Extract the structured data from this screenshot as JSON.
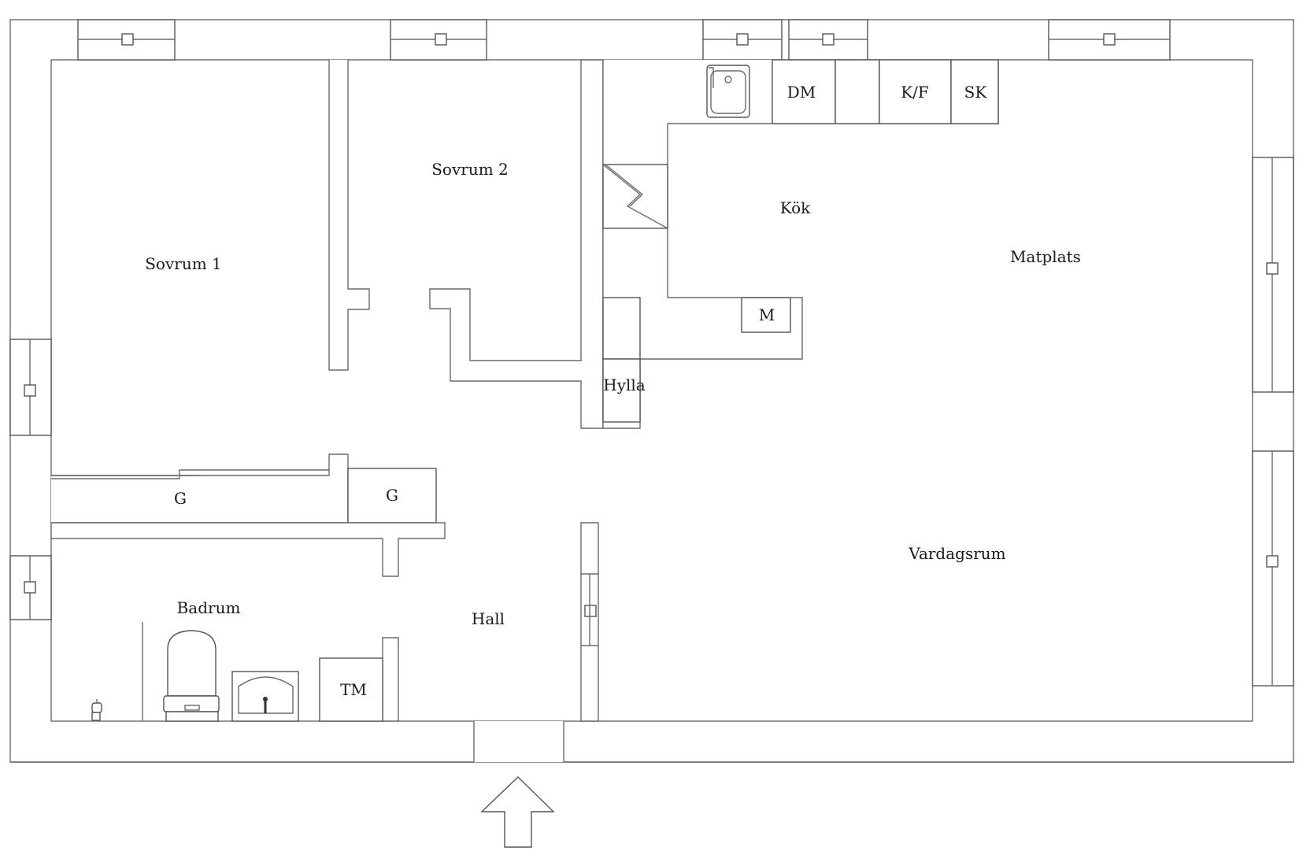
{
  "rooms": {
    "sovrum1": "Sovrum 1",
    "sovrum2": "Sovrum 2",
    "kok": "Kök",
    "matplats": "Matplats",
    "vardagsrum": "Vardagsrum",
    "badrum": "Badrum",
    "hall": "Hall"
  },
  "fixtures": {
    "dishwasher": "DM",
    "fridge_freezer": "K/F",
    "cabinet": "SK",
    "microwave": "M",
    "shelf": "Hylla",
    "wardrobe_1": "G",
    "wardrobe_2": "G",
    "washer": "TM"
  },
  "icons": [
    "kitchen-sink-icon",
    "chimney-icon",
    "toilet-icon",
    "bathroom-sink-icon",
    "floor-drain-icon",
    "entrance-arrow-icon"
  ],
  "colors": {
    "line": "#6a6a6a",
    "background": "#ffffff",
    "text": "#1a1a1a"
  }
}
